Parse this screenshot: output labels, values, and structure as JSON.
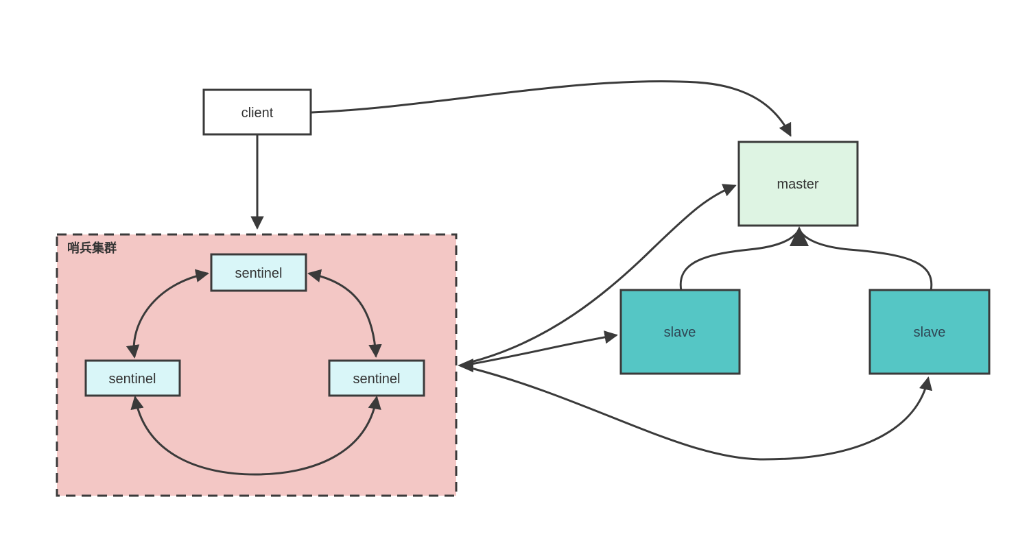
{
  "diagram": {
    "type": "architecture-diagram",
    "topic": "redis sentinel replication topology",
    "nodes": {
      "client": {
        "label": "client"
      },
      "sentinel_cluster": {
        "label": "哨兵集群"
      },
      "sentinel_top": {
        "label": "sentinel"
      },
      "sentinel_left": {
        "label": "sentinel"
      },
      "sentinel_right": {
        "label": "sentinel"
      },
      "master": {
        "label": "master"
      },
      "slave_left": {
        "label": "slave"
      },
      "slave_right": {
        "label": "slave"
      }
    },
    "edges": [
      {
        "from": "client",
        "to": "sentinel_cluster",
        "type": "directed"
      },
      {
        "from": "client",
        "to": "master",
        "type": "directed"
      },
      {
        "from": "sentinel_top",
        "to": "sentinel_left",
        "type": "bidirectional"
      },
      {
        "from": "sentinel_top",
        "to": "sentinel_right",
        "type": "bidirectional"
      },
      {
        "from": "sentinel_left",
        "to": "sentinel_right",
        "type": "bidirectional"
      },
      {
        "from": "sentinel_cluster",
        "to": "master",
        "type": "directed"
      },
      {
        "from": "sentinel_cluster",
        "to": "slave_left",
        "type": "directed"
      },
      {
        "from": "sentinel_cluster",
        "to": "slave_right",
        "type": "directed"
      },
      {
        "from": "slave_left",
        "to": "master",
        "type": "directed"
      },
      {
        "from": "slave_right",
        "to": "master",
        "type": "directed"
      }
    ],
    "colors": {
      "stroke": "#3a3a3a",
      "canvas_bg": "#ffffff",
      "client_fill": "#ffffff",
      "cluster_fill": "#f3c7c5",
      "sentinel_fill": "#d9f6f8",
      "master_fill": "#def4e3",
      "slave_fill": "#55c6c5",
      "label_color": "#333333",
      "slave_label_color": "#2f4553"
    }
  }
}
